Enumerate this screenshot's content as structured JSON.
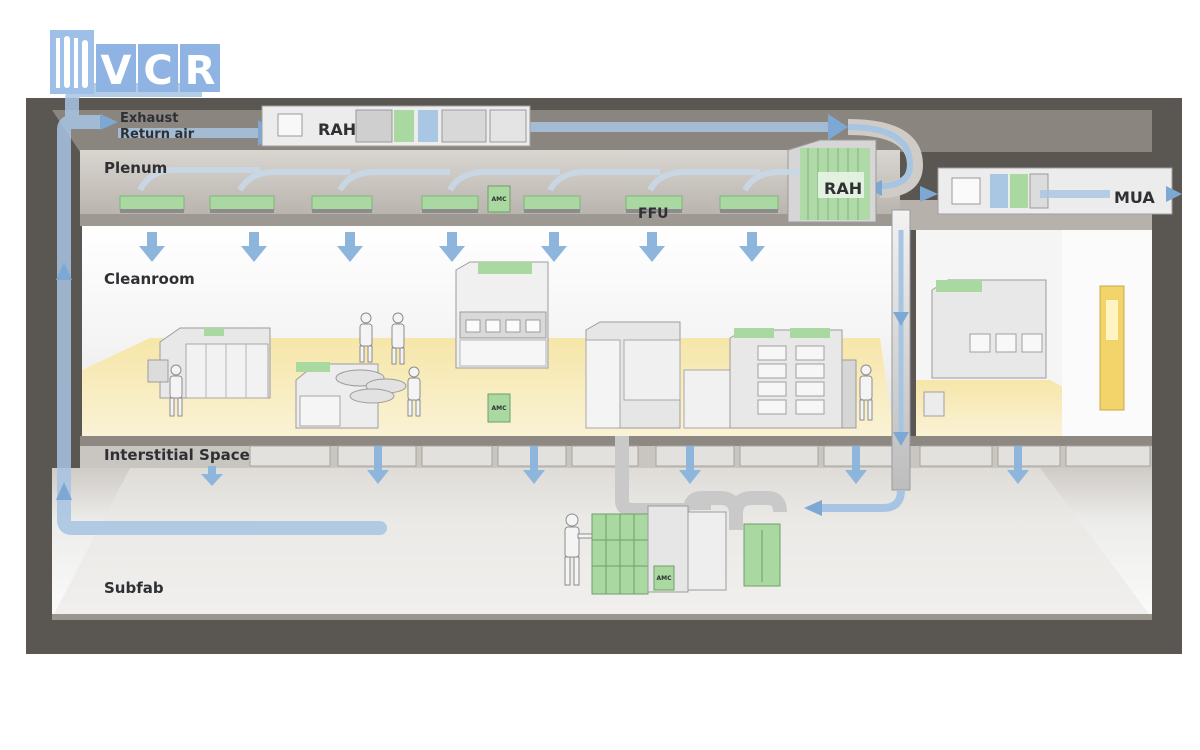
{
  "logo": {
    "text_v": "V",
    "text_c": "C",
    "text_r": "R",
    "color": "#8fb4e3"
  },
  "labels": {
    "exhaust": "Exhaust",
    "return_air": "Return air",
    "plenum": "Plenum",
    "rah_top": "RAH",
    "rah_side": "RAH",
    "mua": "MUA",
    "ffu": "FFU",
    "cleanroom": "Cleanroom",
    "interstitial": "Interstitial Space",
    "subfab": "Subfab",
    "amc": "AMC"
  },
  "colors": {
    "frame": "#5a5652",
    "air": "#a9c6e2",
    "arrow": "#7aa6d2",
    "filter_green": "#9fd39a",
    "floor": "#f7ecc0",
    "machine": "#e7e7e7",
    "subfab_equipment": "#a9d9a0"
  }
}
